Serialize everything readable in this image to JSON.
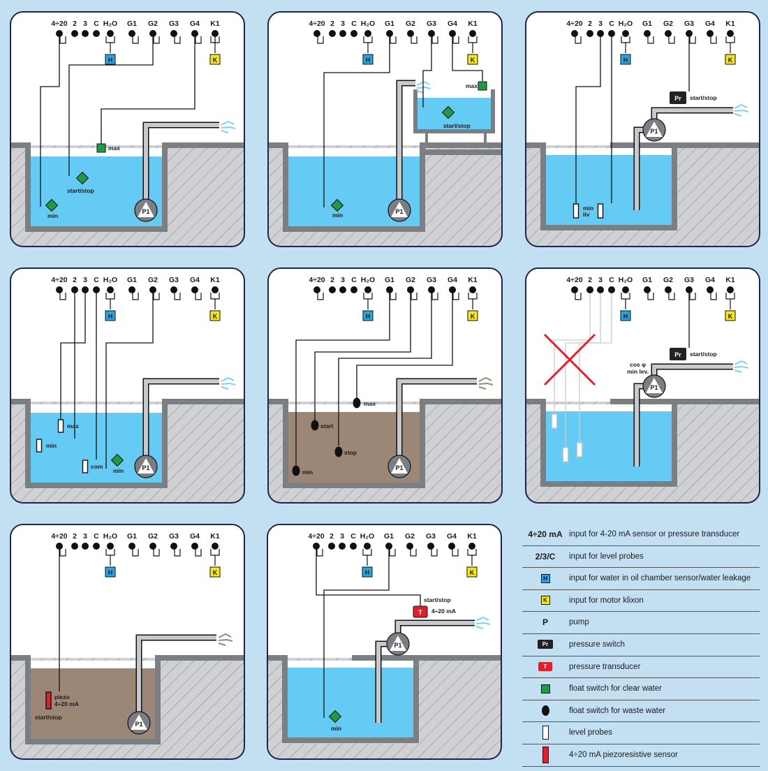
{
  "terminals": [
    "4÷20",
    "2",
    "3",
    "C",
    "H₂O",
    "G1",
    "G2",
    "G3",
    "G4",
    "K1"
  ],
  "badges": {
    "h": "H",
    "k": "K",
    "pr": "Pr",
    "t": "T"
  },
  "pump_label": "P1",
  "panels": [
    {
      "labels": {
        "max": "max",
        "startstop": "start/stop",
        "min": "min"
      }
    },
    {
      "labels": {
        "max": "max",
        "startstop": "start/stop",
        "min": "min"
      }
    },
    {
      "labels": {
        "startstop": "start/stop",
        "minliv1": "min",
        "minliv2": "liv"
      }
    },
    {
      "labels": {
        "max": "max",
        "min": "min",
        "com": "com",
        "min2": "min"
      }
    },
    {
      "labels": {
        "max": "max",
        "start": "start",
        "stop": "stop",
        "min": "min"
      }
    },
    {
      "labels": {
        "startstop": "start/stop",
        "cos1": "cos φ",
        "cos2": "min lev."
      }
    },
    {
      "labels": {
        "piezo1": "piezo",
        "piezo2": "4÷20 mA",
        "startstop": "start/stop"
      }
    },
    {
      "labels": {
        "startstop": "start/stop",
        "ma": "4÷20 mA",
        "min": "min"
      }
    }
  ],
  "colors": {
    "water": "#66cbf4",
    "waste": "#9c8777",
    "float_green": "#1e9a48",
    "probe_h": "#29a5df",
    "klixon": "#f7e619",
    "transducer": "#e0202a",
    "cross": "#e0202a"
  },
  "legend": [
    {
      "symbol": "4÷20 mA",
      "text": "input for 4-20 mA sensor or pressure transducer"
    },
    {
      "symbol": "2/3/C",
      "text": "input for level probes"
    },
    {
      "symbol": "H",
      "icon": "water-sensor-icon",
      "text": "input for water in oil chamber sensor/water leakage"
    },
    {
      "symbol": "K",
      "icon": "klixon-icon",
      "text": "input for motor klixon"
    },
    {
      "symbol": "P",
      "text": "pump"
    },
    {
      "symbol": "Pr",
      "icon": "pressure-switch-icon",
      "text": "pressure switch"
    },
    {
      "symbol": "T",
      "icon": "pressure-transducer-icon",
      "text": "pressure transducer"
    },
    {
      "symbol": "",
      "icon": "float-switch-clear-icon",
      "text": "float switch for clear water"
    },
    {
      "symbol": "",
      "icon": "float-switch-waste-icon",
      "text": "float switch for waste water"
    },
    {
      "symbol": "",
      "icon": "level-probe-icon",
      "text": "level probes"
    },
    {
      "symbol": "",
      "icon": "piezo-sensor-icon",
      "text": "4÷20 mA piezoresistive sensor"
    }
  ]
}
